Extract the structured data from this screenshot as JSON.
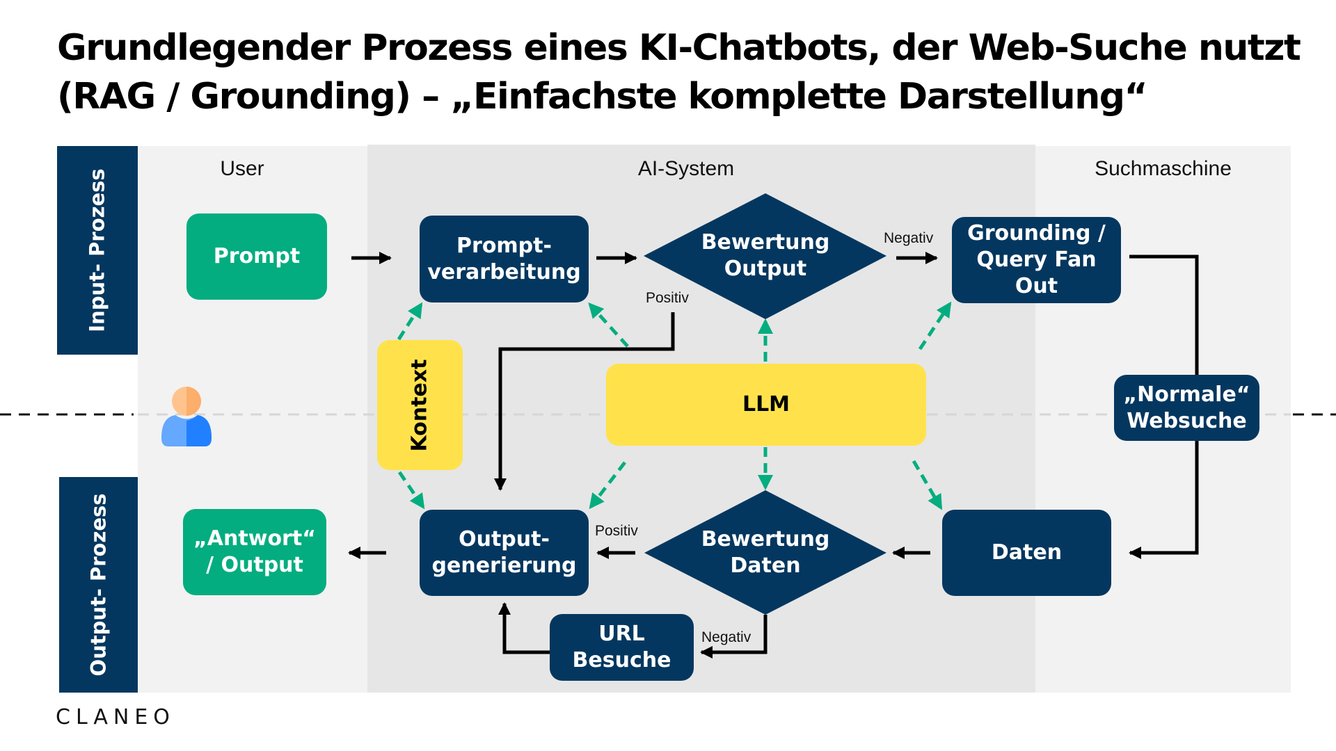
{
  "title": "Grundlegender Prozess eines KI-Chatbots, der Web-Suche nutzt (RAG / Grounding) – „Einfachste komplette Darstellung“",
  "columns": {
    "user": "User",
    "ai_system": "AI-System",
    "search_engine": "Suchmaschine"
  },
  "lanes": {
    "input": "Input- Prozess",
    "output": "Output- Prozess"
  },
  "nodes": {
    "prompt": "Prompt",
    "prompt_processing": "Prompt-\nverarbeitung",
    "evaluate_output": "Bewertung\nOutput",
    "grounding": "Grounding /\nQuery Fan\nOut",
    "context": "Kontext",
    "llm": "LLM",
    "normal_search": "„Normale“\nWebsuche",
    "answer": "„Antwort“\n/ Output",
    "output_generation": "Output-\ngenerierung",
    "evaluate_data": "Bewertung\nDaten",
    "data": "Daten",
    "url_visits": "URL\nBesuche"
  },
  "edge_labels": {
    "eval_output_negative": "Negativ",
    "eval_output_positive": "Positiv",
    "eval_data_positive": "Positiv",
    "eval_data_negative": "Negativ"
  },
  "icons": {
    "user": "person-icon"
  },
  "colors": {
    "navy": "#04375f",
    "green": "#03ad7f",
    "yellow": "#ffe24b",
    "dashed_arrow": "#03ad7f",
    "panel_light": "#f2f2f2",
    "panel_ai": "#e6e6e6"
  },
  "logo": "CLANEO"
}
